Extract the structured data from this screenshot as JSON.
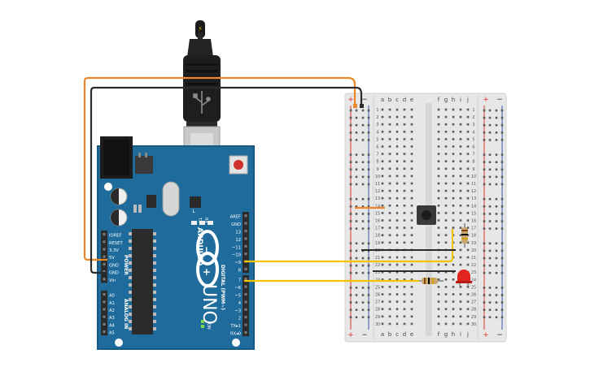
{
  "colors": {
    "board": "#1f6c9c",
    "board_dark": "#165a84",
    "header": "#2b2b2b",
    "breadboard": "#e8e8e8",
    "wire_orange": "#e8882a",
    "wire_black": "#2a2a2a",
    "wire_yellow": "#f1c600",
    "led_red": "#e2241f",
    "rail_red": "#d8372f",
    "rail_blue": "#3b57a8"
  },
  "arduino": {
    "brand": "ARDUINO",
    "model": "UNO",
    "logo_minus": "−",
    "logo_plus": "+",
    "power_title": "POWER",
    "analog_title": "ANALOG IN",
    "digital_title": "DIGITAL (PWM~)",
    "on_label": "ON",
    "led_l": "L",
    "led_tx": "TX",
    "led_rx": "RX",
    "power_pins": [
      "IOREF",
      "RESET",
      "3.3V",
      "5V",
      "GND",
      "GND",
      "Vin"
    ],
    "analog_pins": [
      "A0",
      "A1",
      "A2",
      "A3",
      "A4",
      "A5"
    ],
    "top_pins": [
      "AREF",
      "GND",
      "13",
      "12",
      "~11",
      "~10",
      "~9",
      "8"
    ],
    "bottom_pins": [
      "7",
      "~6",
      "~5",
      "4",
      "~3",
      "2",
      "TX▸1",
      "RX◂0"
    ]
  },
  "breadboard": {
    "rail_plus": "+",
    "rail_minus": "−",
    "cols_left": [
      "a",
      "b",
      "c",
      "d",
      "e"
    ],
    "cols_right": [
      "f",
      "g",
      "h",
      "i",
      "j"
    ],
    "rows": [
      "1",
      "2",
      "3",
      "4",
      "5",
      "6",
      "7",
      "8",
      "9",
      "10",
      "11",
      "12",
      "13",
      "14",
      "15",
      "16",
      "17",
      "18",
      "19",
      "20",
      "21",
      "22",
      "23",
      "24",
      "25",
      "26",
      "27",
      "28",
      "29",
      "30"
    ]
  }
}
